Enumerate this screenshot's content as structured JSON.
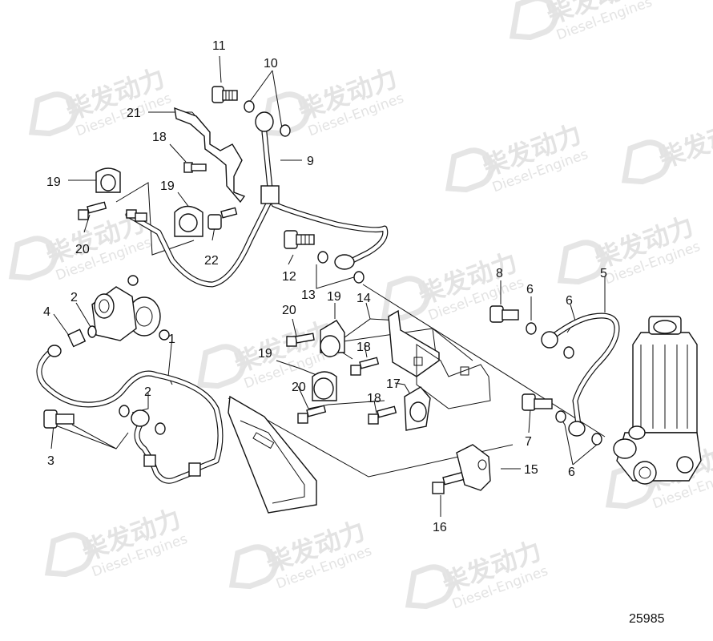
{
  "watermark": {
    "cn": "柴发动力",
    "en": "Diesel-Engines"
  },
  "drawing_number": "25985",
  "callouts": [
    {
      "id": "c11",
      "label": "11"
    },
    {
      "id": "c10",
      "label": "10"
    },
    {
      "id": "c21",
      "label": "21"
    },
    {
      "id": "c18a",
      "label": "18"
    },
    {
      "id": "c9",
      "label": "9"
    },
    {
      "id": "c19a",
      "label": "19"
    },
    {
      "id": "c19b",
      "label": "19"
    },
    {
      "id": "c20a",
      "label": "20"
    },
    {
      "id": "c22",
      "label": "22"
    },
    {
      "id": "c12",
      "label": "12"
    },
    {
      "id": "c13",
      "label": "13"
    },
    {
      "id": "c2a",
      "label": "2"
    },
    {
      "id": "c4",
      "label": "4"
    },
    {
      "id": "c1",
      "label": "1"
    },
    {
      "id": "c20b",
      "label": "20"
    },
    {
      "id": "c19c",
      "label": "19"
    },
    {
      "id": "c14",
      "label": "14"
    },
    {
      "id": "c18b",
      "label": "18"
    },
    {
      "id": "c19d",
      "label": "19"
    },
    {
      "id": "c20c",
      "label": "20"
    },
    {
      "id": "c17",
      "label": "17"
    },
    {
      "id": "c18c",
      "label": "18"
    },
    {
      "id": "c2b",
      "label": "2"
    },
    {
      "id": "c3",
      "label": "3"
    },
    {
      "id": "c8",
      "label": "8"
    },
    {
      "id": "c6a",
      "label": "6"
    },
    {
      "id": "c6b",
      "label": "6"
    },
    {
      "id": "c5",
      "label": "5"
    },
    {
      "id": "c7",
      "label": "7"
    },
    {
      "id": "c6c",
      "label": "6"
    },
    {
      "id": "c15",
      "label": "15"
    },
    {
      "id": "c16",
      "label": "16"
    }
  ]
}
